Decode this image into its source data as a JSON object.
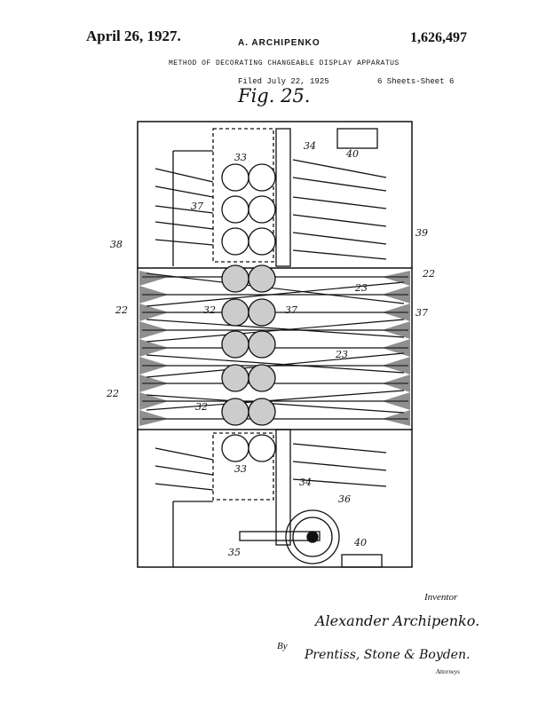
{
  "header": {
    "date": "April 26, 1927.",
    "patent_number": "1,626,497",
    "inventor": "A. ARCHIPENKO",
    "title": "METHOD OF DECORATING CHANGEABLE DISPLAY APPARATUS",
    "filed": "Filed July 22, 1925",
    "sheets": "6 Sheets-Sheet 6"
  },
  "figure": {
    "label": "Fig. 25.",
    "numerals": [
      "33",
      "34",
      "40",
      "37",
      "38",
      "39",
      "22",
      "23",
      "32",
      "37",
      "22",
      "37",
      "23",
      "22",
      "32",
      "33",
      "34",
      "36",
      "35",
      "40"
    ]
  },
  "footer": {
    "inventor_label": "Inventor",
    "inventor_signature": "Alexander Archipenko.",
    "by_label": "By",
    "attorneys_signature": "Prentiss, Stone & Boyden.",
    "attorneys_label": "Attorneys"
  }
}
